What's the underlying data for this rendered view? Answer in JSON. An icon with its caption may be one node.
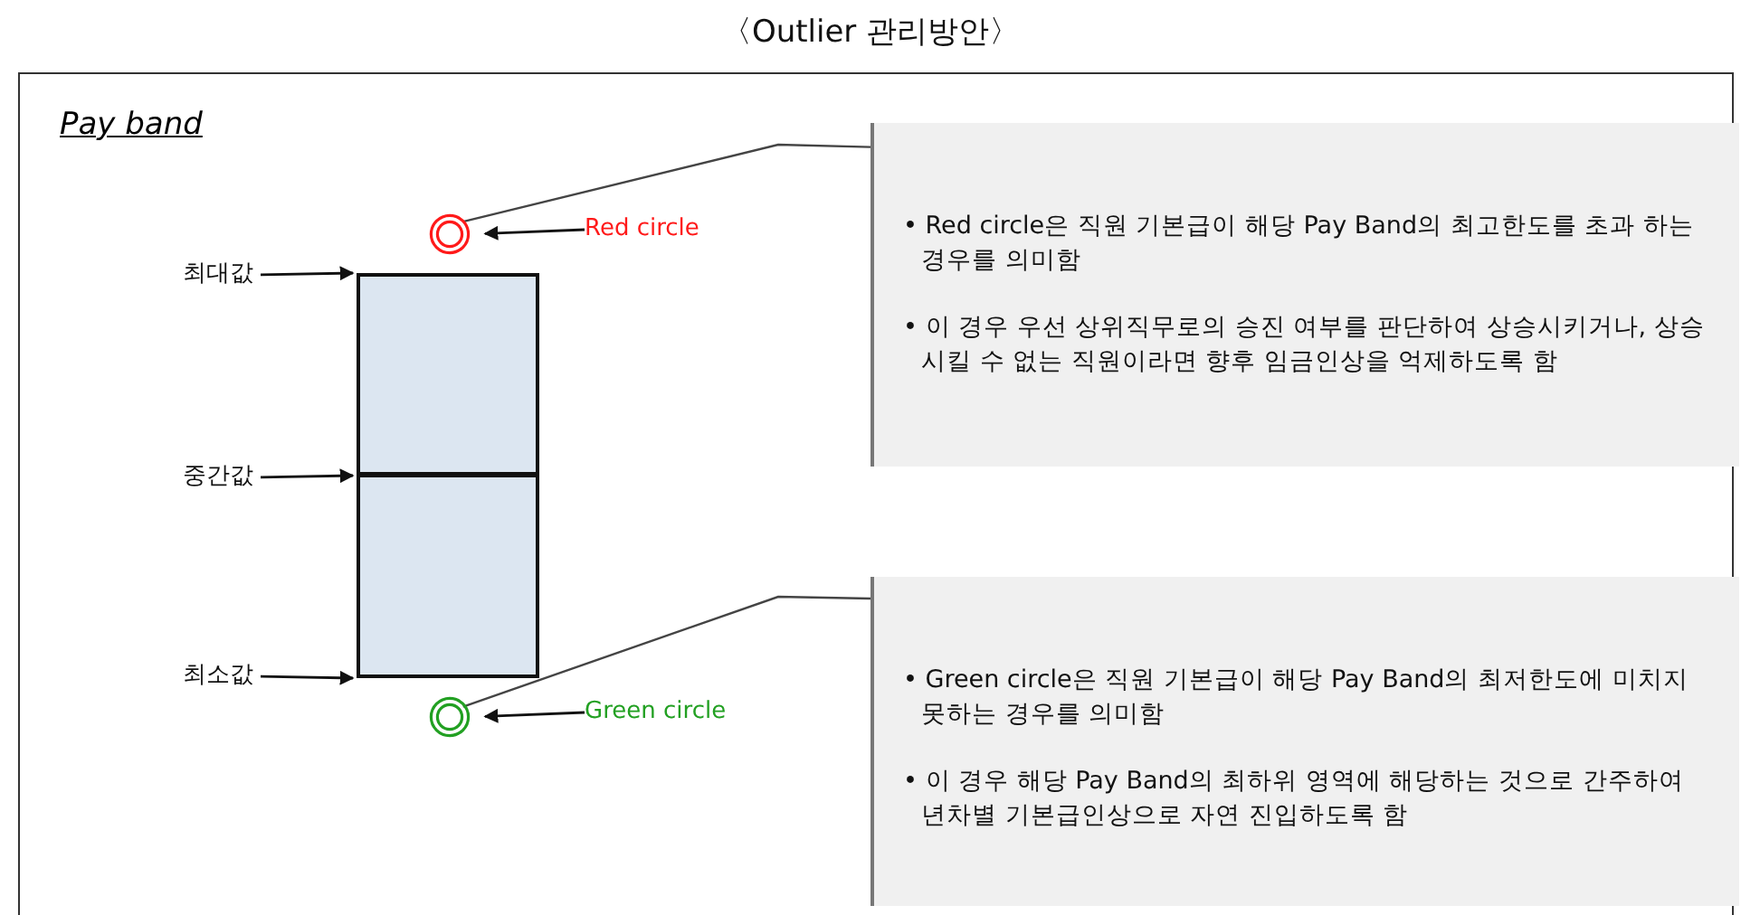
{
  "diagram": {
    "title": "〈Outlier 관리방안〉",
    "nodes": [
      {
        "text": [
          "Pay band"
        ]
      },
      {
        "text": [],
        "shape": "circle",
        "in": 0
      },
      {
        "text": [
          "Red circle"
        ],
        "in": 0
      },
      {
        "text": [
          "최대값"
        ],
        "in": 0
      },
      {
        "text": [],
        "shape": "box",
        "in": 0
      },
      {
        "text": [
          "중간값"
        ],
        "in": 0
      },
      {
        "text": [
          "최소값"
        ],
        "in": 0
      },
      {
        "text": [],
        "shape": "circle",
        "in": 0
      },
      {
        "text": [
          "Green circle"
        ],
        "in": 0
      },
      {
        "text": [
          "• Red circle은 직원 기본급이 해당 Pay Band의 최고한도를 초과 하는 경우를 의미함",
          "• 이 경우 우선 상위직무로의 승진 여부를 판단하여 상승시키거나, 상승시킬 수 없는 직원이라면 향후 임금인상을 억제하도록 함"
        ],
        "in": 0
      },
      {
        "text": [
          "• Green circle은 직원 기본급이 해당 Pay Band의 최저한도에  미치지 못하는 경우를 의미함",
          "• 이 경우 해당 Pay Band의 최하위 영역에 해당하는 것으로 간주하여 년차별 기본급인상으로 자연 진입하도록 함"
        ],
        "in": 0
      }
    ],
    "edges": [
      {
        "from": 2,
        "to": 1,
        "arrow": "to"
      },
      {
        "from": 3,
        "to": 4,
        "arrow": "to"
      },
      {
        "from": 5,
        "to": 4,
        "arrow": "to"
      },
      {
        "from": 6,
        "to": 4,
        "arrow": "to"
      },
      {
        "from": 8,
        "to": 7,
        "arrow": "to"
      },
      {
        "from": 9,
        "to": 1,
        "arrow": "none"
      },
      {
        "from": 10,
        "to": 7,
        "arrow": "none"
      }
    ]
  }
}
